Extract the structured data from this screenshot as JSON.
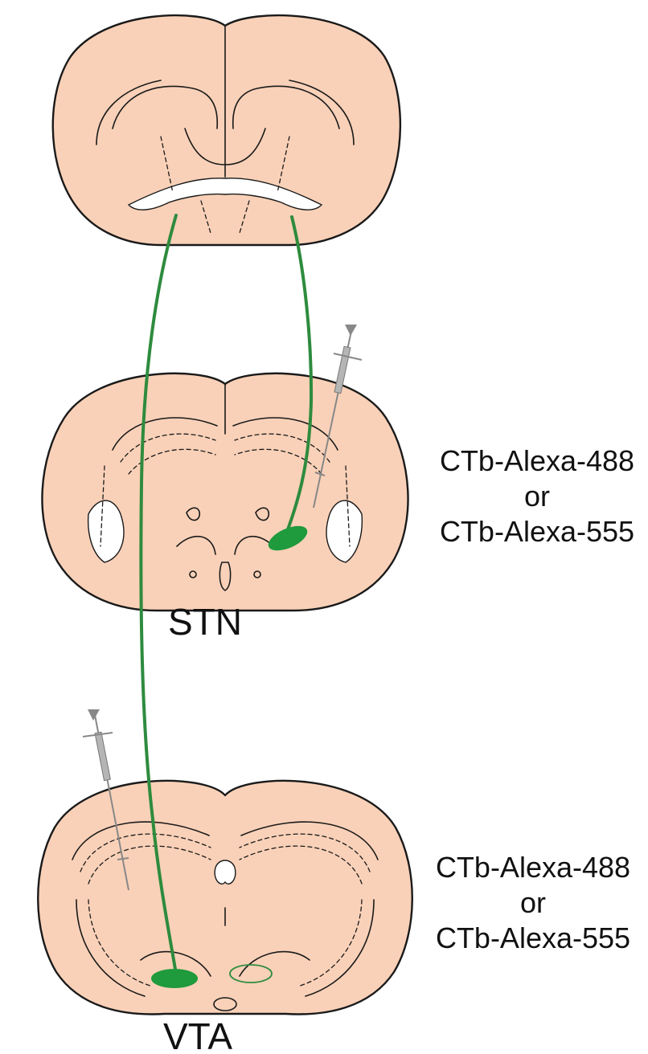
{
  "labels": {
    "stn": "STN",
    "vta": "VTA"
  },
  "tracers": {
    "stn": {
      "line1": "CTb-Alexa-488",
      "line2": "or",
      "line3": "CTb-Alexa-555"
    },
    "vta": {
      "line1": "CTb-Alexa-488",
      "line2": "or",
      "line3": "CTb-Alexa-555"
    }
  },
  "colors": {
    "tissue": "#f9d1b8",
    "outline": "#1a1a1a",
    "projection": "#2e8b3e",
    "injection_site": "#1f9a3c",
    "syringe": "#888888"
  },
  "icons": [
    "syringe-icon",
    "syringe-icon"
  ]
}
